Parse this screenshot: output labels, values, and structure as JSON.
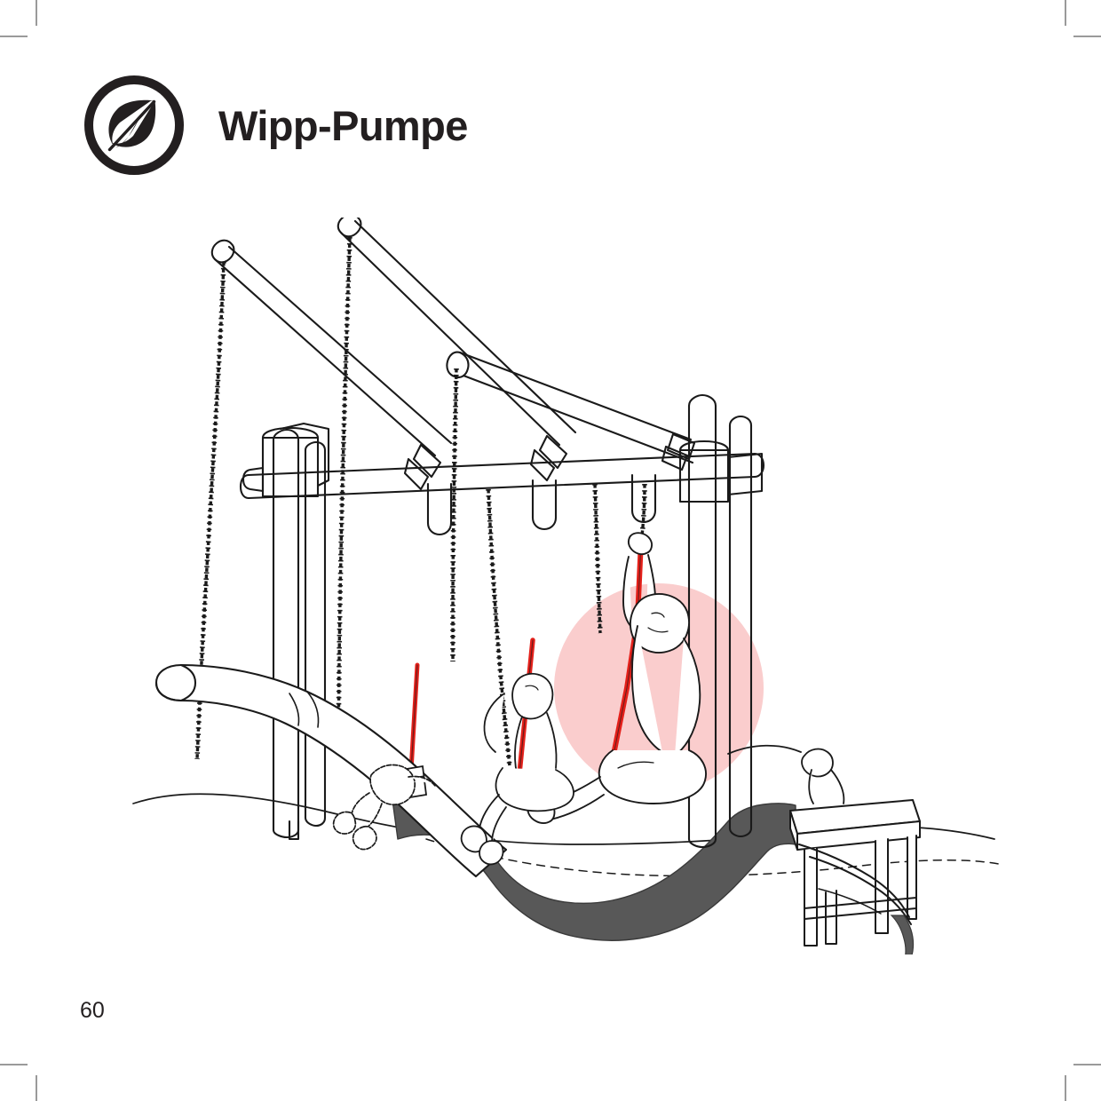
{
  "page": {
    "background_color": "#ffffff",
    "folio": "60",
    "crop_mark_color": "#9a9a9a"
  },
  "header": {
    "badge_icon": "leaf-in-circle-icon",
    "badge_color": "#231f20",
    "title": "Wipp-Pumpe"
  },
  "illustration": {
    "name": "playground-seesaw-water-pump-line-drawing",
    "caption": "",
    "line_color": "#1a1a1a",
    "accent_color": "#e4201a",
    "highlight_color": "#facdcd",
    "shadow_color": "#585858",
    "elements": [
      {
        "name": "swing-frame-post-left",
        "type": "post"
      },
      {
        "name": "swing-frame-post-right",
        "type": "post"
      },
      {
        "name": "horizontal-crossbeam",
        "type": "beam"
      },
      {
        "name": "diagonal-lever-arm-1",
        "type": "beam"
      },
      {
        "name": "diagonal-lever-arm-2",
        "type": "beam"
      },
      {
        "name": "diagonal-lever-arm-3",
        "type": "beam"
      },
      {
        "name": "hanging-chain-1",
        "type": "chain"
      },
      {
        "name": "hanging-chain-2",
        "type": "chain"
      },
      {
        "name": "hanging-chain-3",
        "type": "chain"
      },
      {
        "name": "hanging-chain-4",
        "type": "chain"
      },
      {
        "name": "hanging-chain-5",
        "type": "chain"
      },
      {
        "name": "red-pump-rope-1",
        "type": "rope",
        "color": "#e4201a"
      },
      {
        "name": "red-pump-rope-2",
        "type": "rope",
        "color": "#e4201a"
      },
      {
        "name": "red-pump-rope-3",
        "type": "rope",
        "color": "#e4201a"
      },
      {
        "name": "curved-log-tube",
        "type": "tube"
      },
      {
        "name": "water-channel-trough",
        "type": "ground-channel",
        "color": "#585858"
      },
      {
        "name": "child-figure-hanging",
        "type": "figure"
      },
      {
        "name": "child-figure-seated",
        "type": "figure"
      },
      {
        "name": "child-figure-crawling",
        "type": "figure"
      },
      {
        "name": "child-figure-at-table",
        "type": "figure"
      },
      {
        "name": "water-play-table",
        "type": "furniture"
      },
      {
        "name": "ground-line",
        "type": "terrain"
      },
      {
        "name": "pink-focus-highlight",
        "type": "highlight",
        "color": "#facdcd"
      }
    ]
  }
}
